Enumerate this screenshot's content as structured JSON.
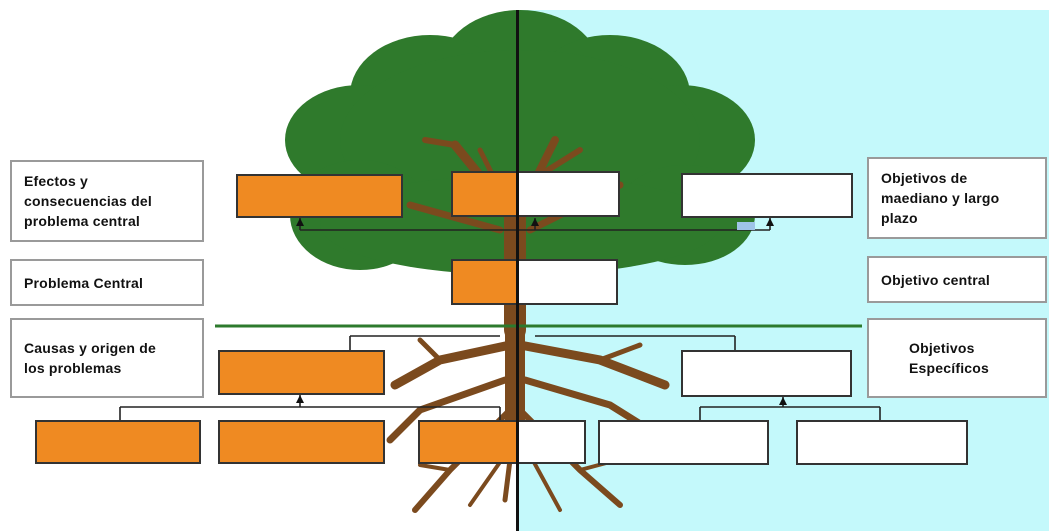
{
  "labels": {
    "efectos": "Efectos y\nconsecuencias del\nproblema central",
    "problema": "Problema Central",
    "causas": "Causas y origen de\nlos problemas",
    "objetivos_mediano": "Objetivos de\nmaediano y largo\nplazo",
    "objetivo_central": "Objetivo central",
    "objetivos_especificos": "Objetivos\nEspecíficos"
  },
  "colors": {
    "problem_fill": "#ef8a22",
    "objective_fill": "#ffffff",
    "right_background": "#c4f9fb",
    "canopy": "#2f7a2c",
    "trunk": "#7b4a1e",
    "divider": "#2d7a2d"
  }
}
